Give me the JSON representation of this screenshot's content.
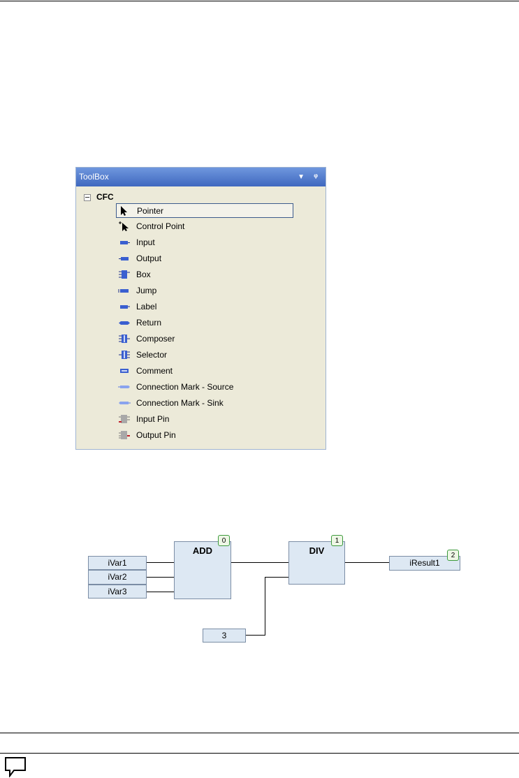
{
  "toolbox": {
    "title": "ToolBox",
    "category": "CFC",
    "items": [
      {
        "label": "Pointer",
        "icon": "pointer-icon"
      },
      {
        "label": "Control Point",
        "icon": "control-point-icon"
      },
      {
        "label": "Input",
        "icon": "input-icon"
      },
      {
        "label": "Output",
        "icon": "output-icon"
      },
      {
        "label": "Box",
        "icon": "box-icon"
      },
      {
        "label": "Jump",
        "icon": "jump-icon"
      },
      {
        "label": "Label",
        "icon": "label-icon"
      },
      {
        "label": "Return",
        "icon": "return-icon"
      },
      {
        "label": "Composer",
        "icon": "composer-icon"
      },
      {
        "label": "Selector",
        "icon": "selector-icon"
      },
      {
        "label": "Comment",
        "icon": "comment-icon"
      },
      {
        "label": "Connection Mark - Source",
        "icon": "connection-mark-source-icon"
      },
      {
        "label": "Connection Mark - Sink",
        "icon": "connection-mark-sink-icon"
      },
      {
        "label": "Input Pin",
        "icon": "input-pin-icon"
      },
      {
        "label": "Output Pin",
        "icon": "output-pin-icon"
      }
    ]
  },
  "diagram": {
    "add": {
      "name": "ADD",
      "order": "0"
    },
    "div": {
      "name": "DIV",
      "order": "1"
    },
    "result": {
      "name": "iResult1",
      "order": "2"
    },
    "inputs": [
      "iVar1",
      "iVar2",
      "iVar3"
    ],
    "constant": "3"
  },
  "colors": {
    "accent": "#4d76c8",
    "panel": "#ecead9",
    "block": "#dde8f3",
    "order_border": "#3c9a3c"
  }
}
